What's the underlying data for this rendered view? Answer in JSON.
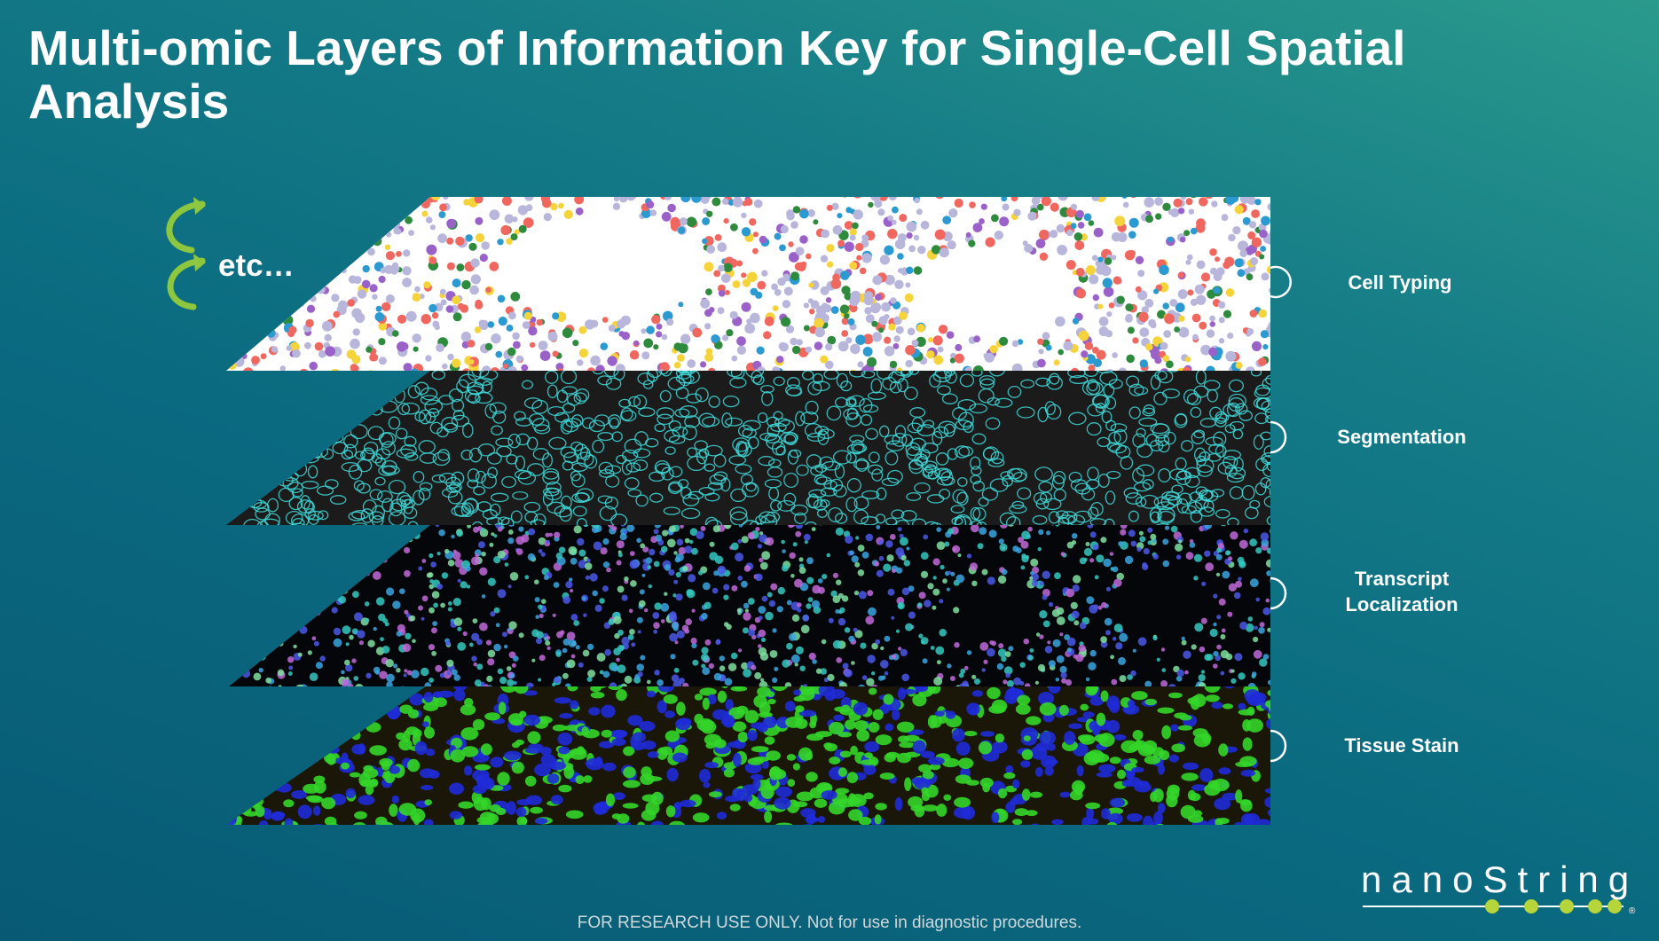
{
  "title": "Multi-omic Layers of Information Key for Single-Cell Spatial Analysis",
  "etc_label": "etc…",
  "layers": {
    "cell_typing": "Cell Typing",
    "segmentation": "Segmentation",
    "transcript": "Transcript Localization",
    "tissue_stain": "Tissue Stain"
  },
  "footer": "FOR RESEARCH USE ONLY. Not for use in diagnostic procedures.",
  "logo": {
    "text": "nanoString",
    "registered": "®"
  },
  "colors": {
    "arrow": "#8dc63f",
    "cell_purple": "#b9b6dc",
    "cell_red": "#f0675f",
    "cell_blue": "#2a9ad0",
    "seg_outline": "#3fd8d8",
    "stain_green": "#34d62a",
    "stain_blue": "#1f2bd8",
    "logo_dot": "#b6d53a"
  }
}
